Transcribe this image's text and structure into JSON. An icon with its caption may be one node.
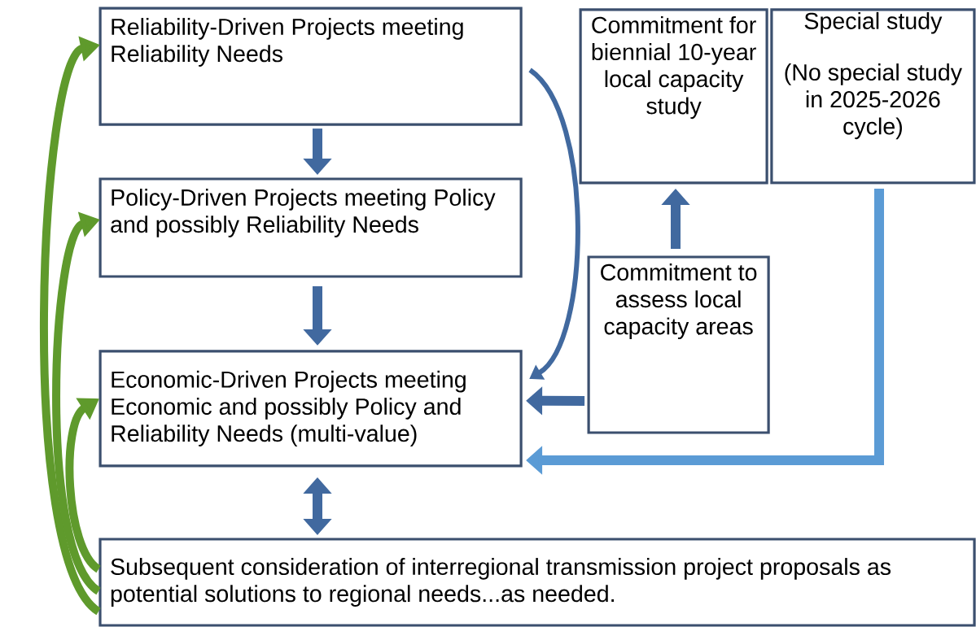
{
  "diagram": {
    "nodes": [
      {
        "text": [
          "Reliability-Driven Projects meeting Reliability Needs"
        ]
      },
      {
        "text": [
          "Policy-Driven Projects meeting Policy and possibly Reliability Needs"
        ]
      },
      {
        "text": [
          "Economic-Driven Projects meeting Economic and possibly Policy and Reliability Needs (multi-value)"
        ]
      },
      {
        "text": [
          "Commitment for biennial 10-year local capacity study"
        ]
      },
      {
        "text": [
          "Special study",
          "(No special study in 2025-2026 cycle)"
        ]
      },
      {
        "text": [
          "Commitment to assess local capacity areas"
        ]
      },
      {
        "text": [
          "Subsequent consideration of interregional transmission project proposals as potential solutions to regional needs...as needed."
        ]
      }
    ],
    "edges": [
      {
        "from": 0,
        "to": 1,
        "arrow": "to"
      },
      {
        "from": 1,
        "to": 2,
        "arrow": "to"
      },
      {
        "from": 0,
        "to": 2,
        "arrow": "to"
      },
      {
        "from": 5,
        "to": 3,
        "arrow": "to"
      },
      {
        "from": 5,
        "to": 2,
        "arrow": "to"
      },
      {
        "from": 4,
        "to": 2,
        "arrow": "to",
        "color": "#5b9bd5"
      },
      {
        "from": 2,
        "to": 6,
        "arrow": "both"
      },
      {
        "from": 6,
        "to": 0,
        "arrow": "to",
        "color": "#5f9a2c"
      },
      {
        "from": 6,
        "to": 1,
        "arrow": "to",
        "color": "#5f9a2c"
      },
      {
        "from": 6,
        "to": 2,
        "arrow": "to",
        "color": "#5f9a2c"
      }
    ]
  }
}
